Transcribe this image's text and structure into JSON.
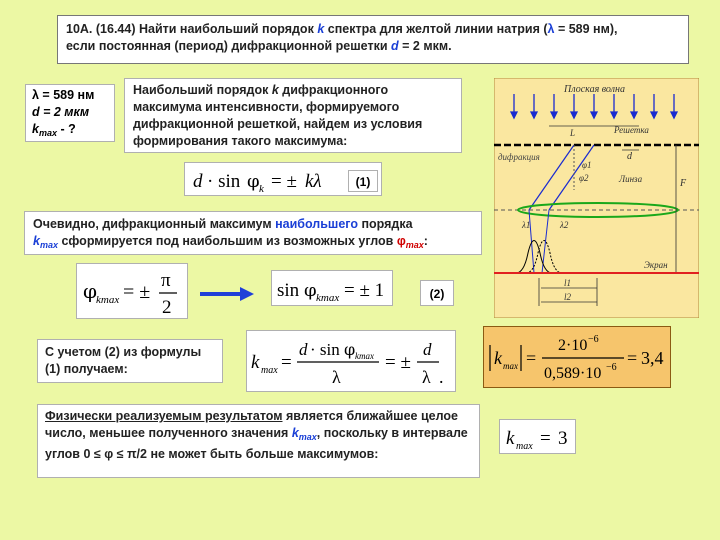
{
  "title": {
    "num": "10А.",
    "ref": "(16.44)",
    "text1": "Найти наибольший порядок",
    "k": "k",
    "text2": "спектра для желтой линии натрия (",
    "lambda": "λ",
    "text3": "= 589 нм),",
    "line2a": "если постоянная (период) дифракционной решетки",
    "d": "d",
    "line2b": "= 2 мкм."
  },
  "given": {
    "lambda_line": "λ = 589 нм",
    "d_line": "d = 2 мкм",
    "k": "k",
    "k_sub": "max",
    "k_tail": " - ?"
  },
  "intro": {
    "a": "Наибольший порядок",
    "k": "k",
    "b": "дифракционного максимума интенсивности, формируемого дифракционной решеткой, найдем из условия формирования такого максимума:"
  },
  "eq1": {
    "tag": "(1)"
  },
  "obvious": {
    "a": "Очевидно, дифракционный максимум",
    "highlight": "наибольшего",
    "b": "порядка",
    "k": "k",
    "k_sub": "max",
    "c": "сформируется под наибольшим из возможных углов",
    "phi": "φ",
    "phi_sub": "max",
    "end": ":"
  },
  "eq2": {
    "tag": "(2)"
  },
  "with_eq": {
    "text": "С учетом (2) из формулы (1) получаем:"
  },
  "calc": {
    "result": "3,4"
  },
  "physical": {
    "underlined": "Физически реализуемым результатом",
    "a": "является ближайшее целое число, меньшее полученного значения",
    "k": "k",
    "k_sub": "max",
    "b": ", поскольку в интервале углов",
    "range": "0 ≤ φ ≤ π/2",
    "c": "не может быть больше максимумов:"
  },
  "answer": {
    "value": "3"
  },
  "diagram": {
    "plane_wave": "Плоская волна",
    "grating": "Решетка",
    "diffraction": "дифракция",
    "lens": "Линза",
    "screen": "Экран",
    "L": "L",
    "d": "d",
    "F": "F",
    "phi1": "φ1",
    "phi2": "φ2",
    "lambda1": "λ1",
    "lambda2": "λ2",
    "l1": "l1",
    "l2": "l2"
  },
  "colors": {
    "background": "#ecf8a4",
    "accent_blue": "#1a3fd6",
    "accent_red": "#d00000",
    "calc_box": "#f6c56c",
    "diagram_bg": "#fae7a0"
  }
}
